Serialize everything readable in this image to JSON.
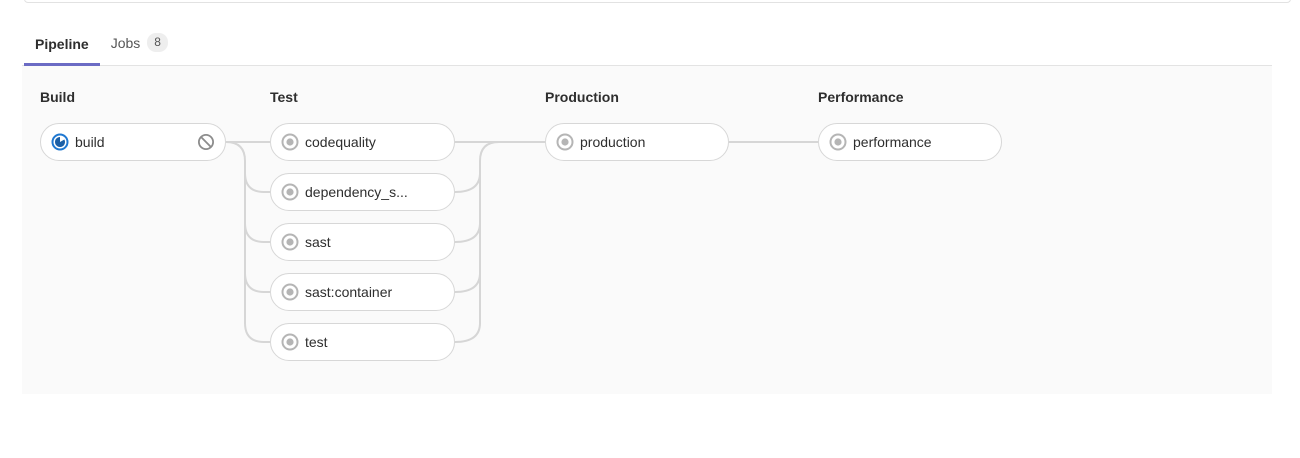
{
  "tabs": [
    {
      "label": "Pipeline"
    },
    {
      "label": "Jobs",
      "badge": "8"
    }
  ],
  "pipeline": {
    "stages": [
      {
        "name": "Build",
        "jobs": [
          {
            "name": "build",
            "status": "running",
            "cancelable": true
          }
        ]
      },
      {
        "name": "Test",
        "jobs": [
          {
            "name": "codequality",
            "status": "created"
          },
          {
            "name": "dependency_s...",
            "status": "created"
          },
          {
            "name": "sast",
            "status": "created"
          },
          {
            "name": "sast:container",
            "status": "created"
          },
          {
            "name": "test",
            "status": "created"
          }
        ]
      },
      {
        "name": "Production",
        "jobs": [
          {
            "name": "production",
            "status": "created"
          }
        ]
      },
      {
        "name": "Performance",
        "jobs": [
          {
            "name": "performance",
            "status": "created"
          }
        ]
      }
    ]
  },
  "icons": {
    "running": "running-status-icon",
    "created": "created-status-icon",
    "cancel": "ban-icon"
  },
  "colors": {
    "tab_accent": "#6b6bc4",
    "running_blue": "#1f78d1",
    "running_moon": "#1b5fa6",
    "created_gray": "#b5b5b5",
    "cancel_gray": "#8c8c8c",
    "connector": "#d6d6d6",
    "panel_bg": "#fafafa",
    "pill_border": "#d7d7d7"
  }
}
